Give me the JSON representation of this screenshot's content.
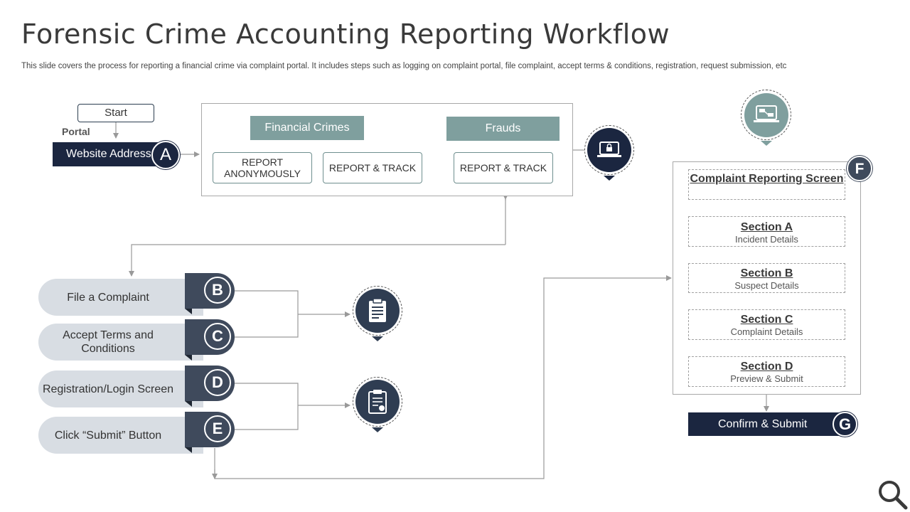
{
  "header": {
    "title": "Forensic Crime Accounting Reporting Workflow",
    "subtitle": "This slide covers the process for reporting a financial crime via complaint portal. It includes steps such as logging on complaint portal, file complaint, accept terms & conditions, registration,  request submission, etc"
  },
  "entry": {
    "start_label": "Start",
    "portal_label": "Portal",
    "website_label": "Website Address",
    "step_letter": "A"
  },
  "crimes": {
    "financial_head": "Financial Crimes",
    "frauds_head": "Frauds",
    "report_anon": "REPORT ANONYMOUSLY",
    "report_track_1": "REPORT  & TRACK",
    "report_track_2": "REPORT  & TRACK"
  },
  "steps": [
    {
      "label": "File a Complaint",
      "letter": "B"
    },
    {
      "label": "Accept Terms and Conditions",
      "letter": "C"
    },
    {
      "label": "Registration/Login Screen",
      "letter": "D"
    },
    {
      "label": "Click “Submit” Button",
      "letter": "E"
    }
  ],
  "complaint_screen": {
    "letter": "F",
    "title": "Complaint Reporting Screen ",
    "sections": [
      {
        "title": "Section A",
        "sub": "Incident Details"
      },
      {
        "title": "Section B ",
        "sub": "Suspect Details"
      },
      {
        "title": "Section C ",
        "sub": "Complaint Details"
      },
      {
        "title": "Section D",
        "sub": "Preview  & Submit"
      }
    ]
  },
  "confirm": {
    "label": "Confirm & Submit",
    "letter": "G"
  },
  "icons": {
    "pins": [
      "laptop-lock-icon",
      "clipboard-icon",
      "clipboard-check-icon",
      "laptop-transfer-icon"
    ],
    "corner": "magnifier-icon"
  },
  "colors": {
    "navy": "#1b2640",
    "slate": "#3f4a5c",
    "teal": "#7f9f9e",
    "pill": "#d8dde3"
  }
}
